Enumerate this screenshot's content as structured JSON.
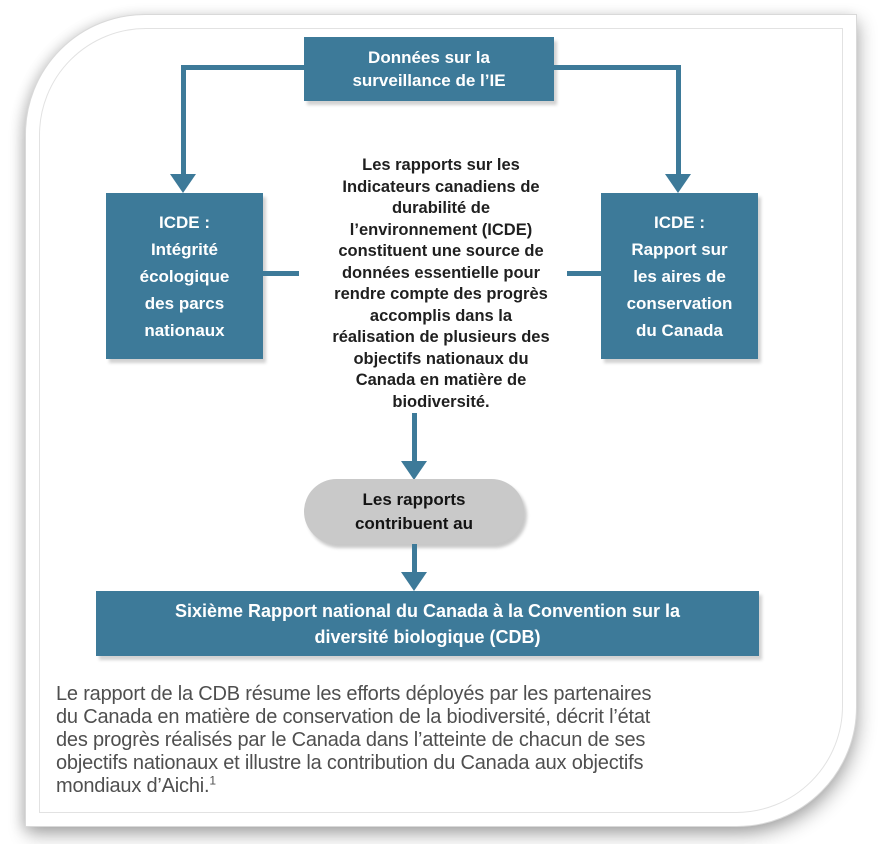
{
  "colors": {
    "teal": "#3d7a99",
    "pill_gray": "#c9c9c9",
    "diagram_text": "#1f1f1f",
    "paragraph_text": "#4f4f4f"
  },
  "diagram": {
    "top_box": {
      "label": "Données sur la\nsurveillance de l’IE"
    },
    "left_box": {
      "label": "ICDE :\nIntégrité\nécologique\ndes parcs\nnationaux"
    },
    "right_box": {
      "label": "ICDE :\nRapport sur\nles aires de\nconservation\ndu Canada"
    },
    "center_text": "Les rapports sur les\nIndicateurs canadiens de\ndurabilité de\nl’environnement (ICDE)\nconstituent une source de\ndonnées essentielle pour\nrendre compte des progrès\naccomplis dans la\nréalisation de plusieurs des\nobjectifs nationaux du\nCanada en matière de\nbiodiversité.",
    "pill": {
      "label": "Les rapports\ncontribuent au"
    },
    "bottom_box": {
      "label": "Sixième Rapport national du Canada à la Convention sur la\ndiversité biologique (CDB)"
    }
  },
  "paragraph": {
    "text": "Le rapport de la CDB résume les efforts déployés par les partenaires\ndu Canada en matière de conservation de la biodiversité, décrit l’état\ndes progrès réalisés par le Canada dans l’atteinte de chacun de ses\nobjectifs nationaux et illustre la contribution du Canada aux objectifs\nmondiaux d’Aichi.",
    "footnote_marker": "1"
  }
}
